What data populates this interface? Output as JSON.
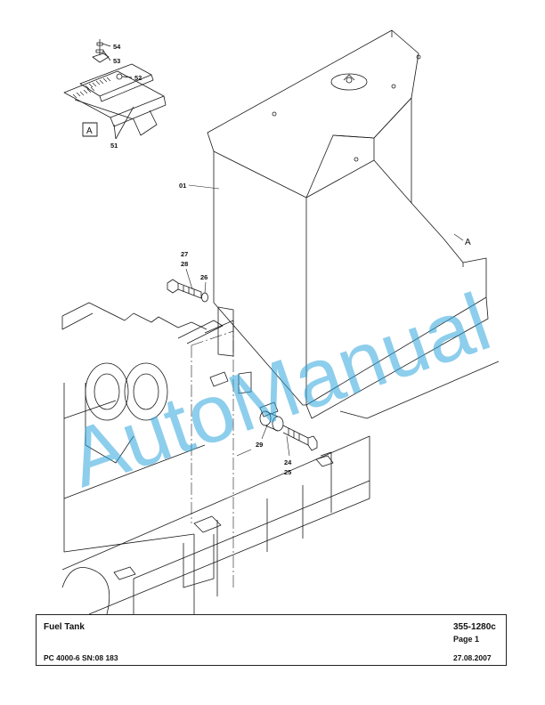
{
  "watermark": {
    "text": "AutoManual",
    "color": "#2fa6dd"
  },
  "diagram": {
    "detail_marker": "A",
    "view_marker": "A",
    "callouts": {
      "c54": "54",
      "c53": "53",
      "c52": "52",
      "c51": "51",
      "c01": "01",
      "c27": "27",
      "c28": "28",
      "c26": "26",
      "c29": "29",
      "c24": "24",
      "c25": "25"
    }
  },
  "title_block": {
    "title": "Fuel Tank",
    "doc_number": "355-1280c",
    "page": "Page 1",
    "model": "PC 4000-6 SN:08 183",
    "date": "27.08.2007"
  }
}
